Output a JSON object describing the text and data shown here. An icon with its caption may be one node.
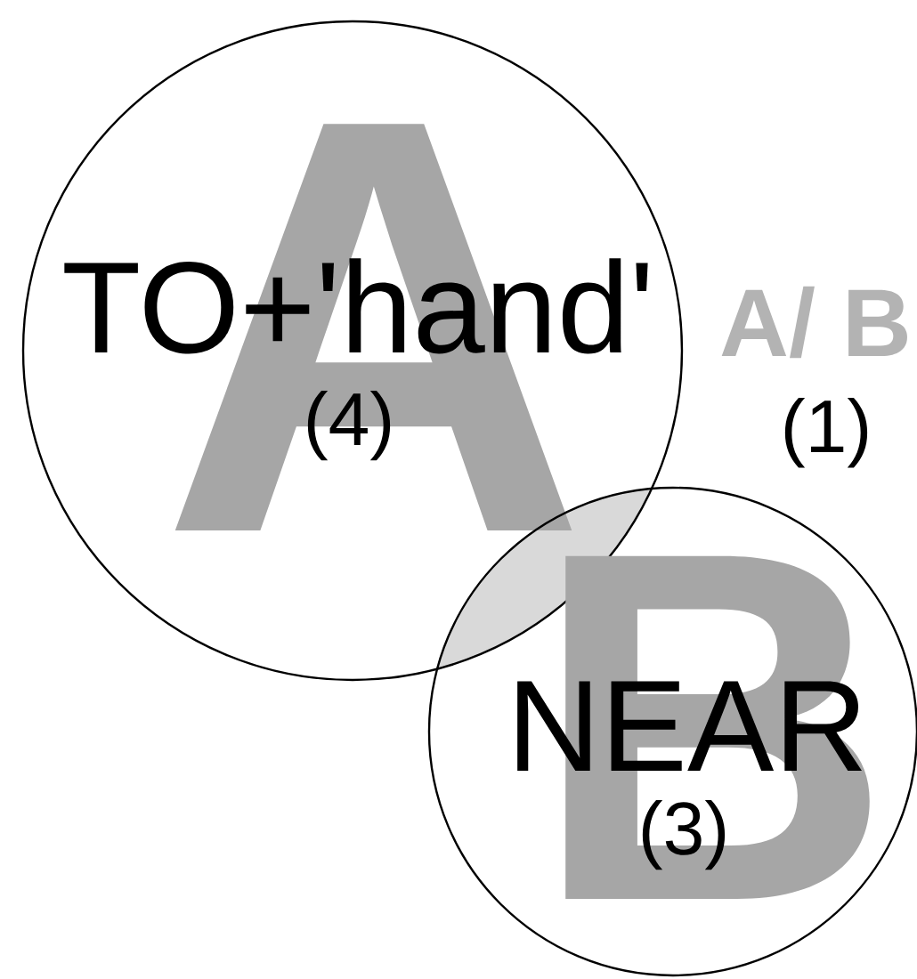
{
  "diagram": {
    "nodes": [
      {
        "text": [
          "A",
          "TO+'hand'",
          "(4)"
        ]
      },
      {
        "text": [
          "B",
          "NEAR",
          "(3)"
        ]
      },
      {
        "text": [],
        "shape": "lens"
      }
    ],
    "labels": [
      "A/ B",
      "(1)"
    ]
  }
}
